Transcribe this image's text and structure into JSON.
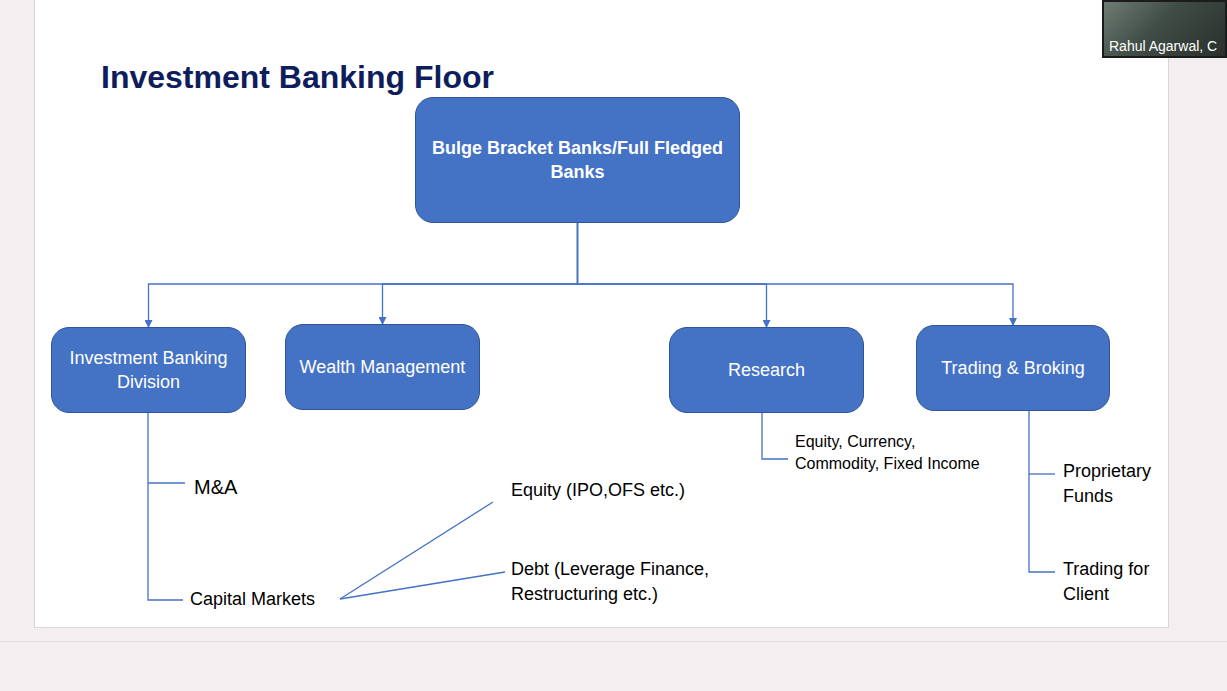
{
  "diagram": {
    "title": "Investment Banking Floor",
    "nodes": [
      {
        "text": [
          "Bulge Bracket Banks/Full Fledged Banks"
        ]
      },
      {
        "text": [
          "Investment Banking Division"
        ]
      },
      {
        "text": [
          "Wealth Management"
        ]
      },
      {
        "text": [
          "Research"
        ]
      },
      {
        "text": [
          "Trading & Broking"
        ]
      }
    ],
    "edges": [
      {
        "from": 0,
        "to": 1,
        "arrow": "to"
      },
      {
        "from": 0,
        "to": 2,
        "arrow": "to"
      },
      {
        "from": 0,
        "to": 3,
        "arrow": "to"
      },
      {
        "from": 0,
        "to": 4,
        "arrow": "to"
      }
    ],
    "labels": [
      "M&A",
      "Capital Markets",
      "Equity (IPO,OFS etc.)",
      "Debt (Leverage Finance, Restructuring etc.)",
      "Equity, Currency, Commodity, Fixed Income",
      "Proprietary Funds",
      "Trading for Client",
      "Rahul Agarwal, C"
    ]
  }
}
